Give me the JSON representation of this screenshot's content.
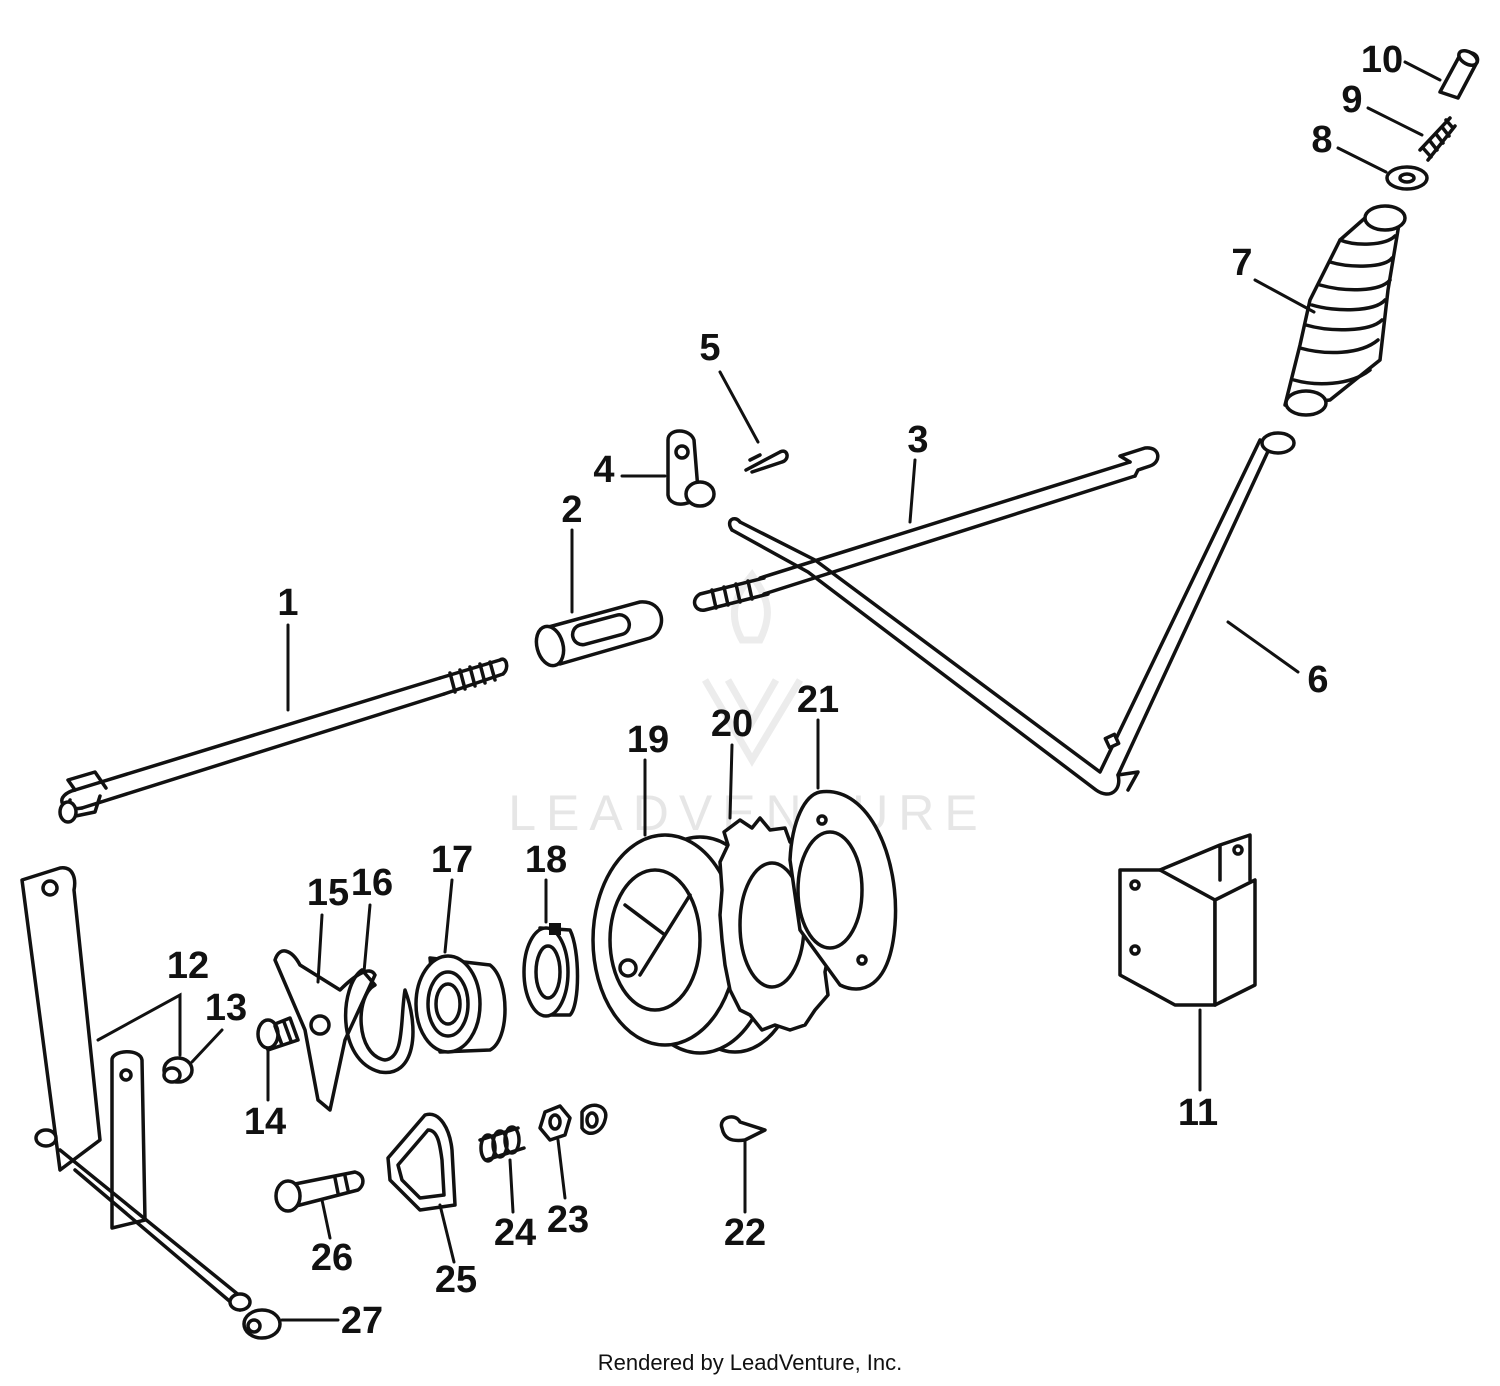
{
  "watermark": {
    "brand_text": "LEADVENTURE"
  },
  "footer": {
    "credit": "Rendered by LeadVenture, Inc."
  },
  "callouts": [
    {
      "id": "1",
      "label": "1"
    },
    {
      "id": "2",
      "label": "2"
    },
    {
      "id": "3",
      "label": "3"
    },
    {
      "id": "4",
      "label": "4"
    },
    {
      "id": "5",
      "label": "5"
    },
    {
      "id": "6",
      "label": "6"
    },
    {
      "id": "7",
      "label": "7"
    },
    {
      "id": "8",
      "label": "8"
    },
    {
      "id": "9",
      "label": "9"
    },
    {
      "id": "10",
      "label": "10"
    },
    {
      "id": "11",
      "label": "11"
    },
    {
      "id": "12",
      "label": "12"
    },
    {
      "id": "13",
      "label": "13"
    },
    {
      "id": "14",
      "label": "14"
    },
    {
      "id": "15",
      "label": "15"
    },
    {
      "id": "16",
      "label": "16"
    },
    {
      "id": "17",
      "label": "17"
    },
    {
      "id": "18",
      "label": "18"
    },
    {
      "id": "19",
      "label": "19"
    },
    {
      "id": "20",
      "label": "20"
    },
    {
      "id": "21",
      "label": "21"
    },
    {
      "id": "22",
      "label": "22"
    },
    {
      "id": "23",
      "label": "23"
    },
    {
      "id": "24",
      "label": "24"
    },
    {
      "id": "25",
      "label": "25"
    },
    {
      "id": "26",
      "label": "26"
    },
    {
      "id": "27",
      "label": "27"
    }
  ]
}
